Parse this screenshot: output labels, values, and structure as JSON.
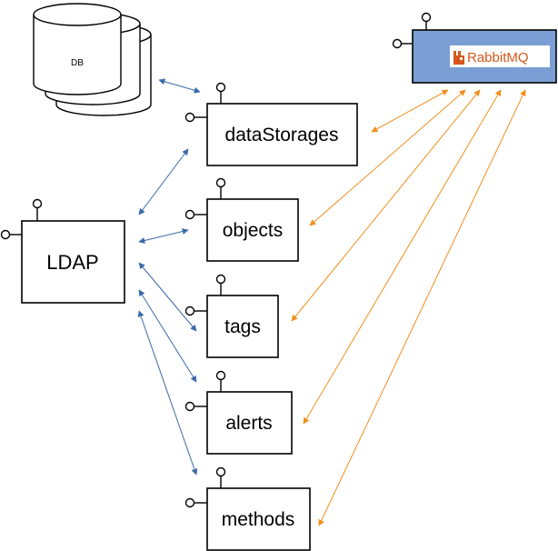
{
  "database": {
    "label": "DB"
  },
  "ldap": {
    "label": "LDAP"
  },
  "message_broker": {
    "label": "RabbitMQ",
    "brand_color": "#d4571c",
    "fill_color": "#7b9fd4",
    "icon": "rabbitmq-logo-icon"
  },
  "services": [
    {
      "id": "dataStorages",
      "label": "dataStorages"
    },
    {
      "id": "objects",
      "label": "objects"
    },
    {
      "id": "tags",
      "label": "tags"
    },
    {
      "id": "alerts",
      "label": "alerts"
    },
    {
      "id": "methods",
      "label": "methods"
    }
  ],
  "colors": {
    "ldap_link": "#3a6aa8",
    "broker_link": "#f0901e",
    "outline": "#000000"
  },
  "icons": {
    "port": "interface-port-icon",
    "db": "database-stack-icon"
  }
}
